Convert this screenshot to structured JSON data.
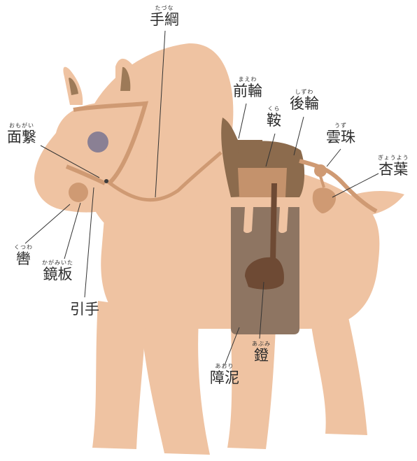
{
  "colors": {
    "body": "#efc3a2",
    "tack": "#cf9a73",
    "eye": "#8a8094",
    "ear_inner": "#9d7a58",
    "saddle": "#8c6b4d",
    "saddle_front": "#c4926c",
    "mudguard": "#8e7562",
    "stirrup": "#6e4a34",
    "leader": "#333333"
  },
  "labels": [
    {
      "key": "tazuna",
      "kanji": "手綱",
      "ruby": "たづな"
    },
    {
      "key": "maewa",
      "kanji": "前輪",
      "ruby": "まえわ"
    },
    {
      "key": "shizuwa",
      "kanji": "後輪",
      "ruby": "しずわ"
    },
    {
      "key": "kura",
      "kanji": "鞍",
      "ruby": "くら"
    },
    {
      "key": "uzu",
      "kanji": "雲珠",
      "ruby": "うず"
    },
    {
      "key": "gyouyou",
      "kanji": "杏葉",
      "ruby": "ぎょうよう"
    },
    {
      "key": "omogai",
      "kanji": "面繋",
      "ruby": "おもがい"
    },
    {
      "key": "kutsuwa",
      "kanji": "轡",
      "ruby": "くつわ"
    },
    {
      "key": "kagamiita",
      "kanji": "鏡板",
      "ruby": "かがみいた"
    },
    {
      "key": "hikite",
      "kanji": "引手",
      "ruby": ""
    },
    {
      "key": "abumi",
      "kanji": "鐙",
      "ruby": "あぶみ"
    },
    {
      "key": "aori",
      "kanji": "障泥",
      "ruby": "あおり"
    }
  ]
}
